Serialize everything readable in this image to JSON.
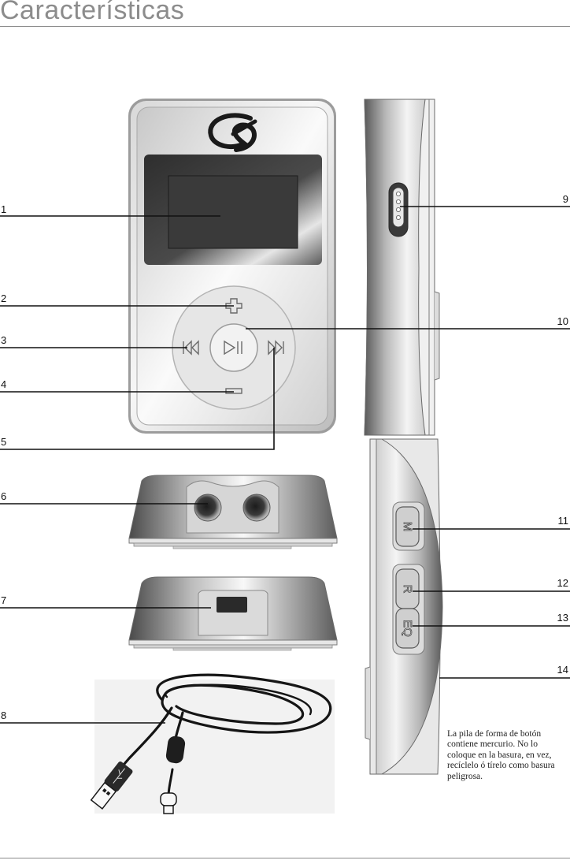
{
  "page": {
    "title": "Características"
  },
  "callouts": [
    "1",
    "2",
    "3",
    "4",
    "5",
    "6",
    "7",
    "8",
    "9",
    "10",
    "11",
    "12",
    "13",
    "14"
  ],
  "buttons": {
    "m": "M",
    "r": "R",
    "eq": "EQ"
  },
  "note": "La pila de forma de botón contiene mercurio.  No lo coloque en la basura, en vez, recíclelo ó tírelo como basura peligrosa."
}
